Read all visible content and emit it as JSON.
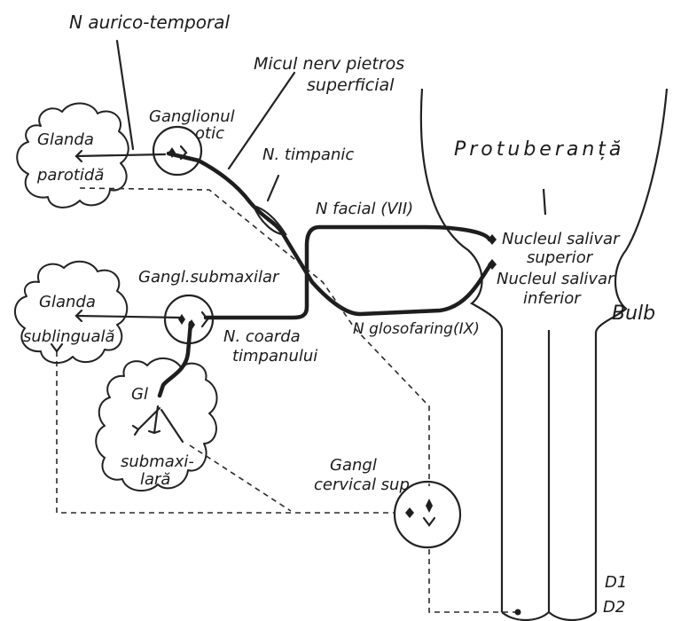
{
  "labels": {
    "n_aurico_temporal": "N aurico-temporal",
    "micul_nerv_1": "Micul nerv pietros",
    "micul_nerv_2": "superficial",
    "ganglionul_1": "Ganglionul",
    "ganglionul_2": "otic",
    "glanda_parotida_1": "Glanda",
    "glanda_parotida_2": "parotidă",
    "n_timpanic": "N. timpanic",
    "protuberanta": "Protuberanță",
    "n_facial": "N facial (VII)",
    "nucleul_sup_1": "Nucleul salivar",
    "nucleul_sup_2": "superior",
    "nucleul_inf_1": "Nucleul salivar",
    "nucleul_inf_2": "inferior",
    "gangl_submaxilar": "Gangl.submaxilar",
    "glanda_sublinguala_1": "Glanda",
    "glanda_sublinguala_2": "sublinguală",
    "n_coarda_1": "N. coarda",
    "n_coarda_2": "timpanului",
    "n_glosofaring": "N glosofaring(IX)",
    "bulb": "Bulb",
    "gl_submax_1": "Gl",
    "gl_submax_2": "submaxi-",
    "gl_submax_3": "lară",
    "gangl_cervical_1": "Gangl",
    "gangl_cervical_2": "cervical sup",
    "d1": "D1",
    "d2": "D2"
  }
}
